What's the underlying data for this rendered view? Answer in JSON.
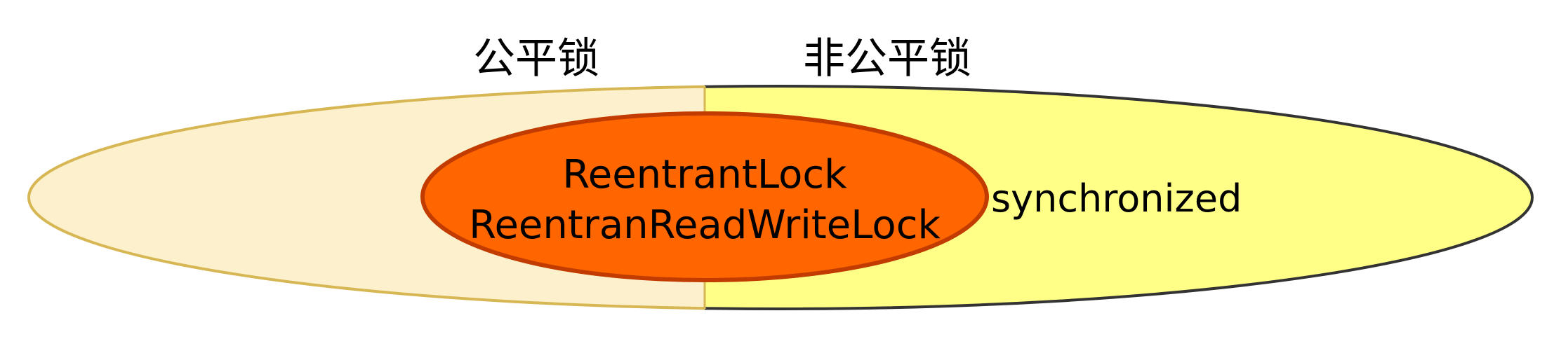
{
  "diagram": {
    "label_fair": "公平锁",
    "label_nonfair": "非公平锁",
    "inner_line1": "ReentrantLock",
    "inner_line2": "ReentranReadWriteLock",
    "outer_right_label": "synchronized"
  },
  "colors": {
    "fair_fill": "#FDF0CC",
    "fair_stroke": "#D7B654",
    "nonfair_fill": "#FFFF88",
    "nonfair_stroke": "#333333",
    "inner_fill": "#FF6600",
    "inner_stroke": "#C23B00"
  }
}
